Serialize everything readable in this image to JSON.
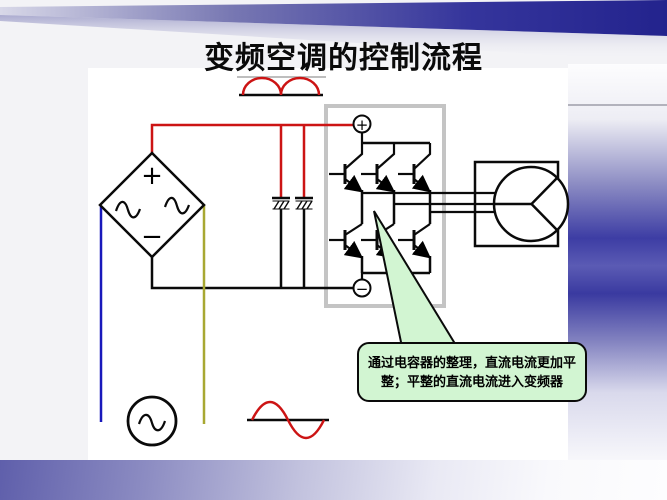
{
  "slide": {
    "title": "变频空调的控制流程"
  },
  "callout": {
    "line1": "通过电容器的整理，直流电流更加平",
    "line2": "整；平整的直流电流进入变频器"
  },
  "symbols": {
    "rectifier_plus": "+",
    "rectifier_minus": "−",
    "inverter_plus_terminal": "+",
    "inverter_minus_terminal": "−"
  },
  "colors": {
    "dc_positive_wire": "#cc1414",
    "ac_wire_blue": "#1818bb",
    "ac_wire_yellow": "#a8a832",
    "wire_black": "#0a0a0a",
    "waveform_red": "#cc1414",
    "callout_fill": "#d2f5d2",
    "inverter_box_border": "#c4c4c4",
    "banner_dark_blue": "#23238d"
  },
  "icons": {
    "top_waveform": "rectified-dc-waveform-icon",
    "bottom_waveform": "ac-sine-waveform-icon",
    "ac_source": "ac-source-icon",
    "rectifier": "bridge-rectifier-icon",
    "inverter": "three-phase-inverter-icon",
    "motor": "three-phase-motor-icon",
    "capacitors": "electrolytic-capacitor-icon"
  }
}
